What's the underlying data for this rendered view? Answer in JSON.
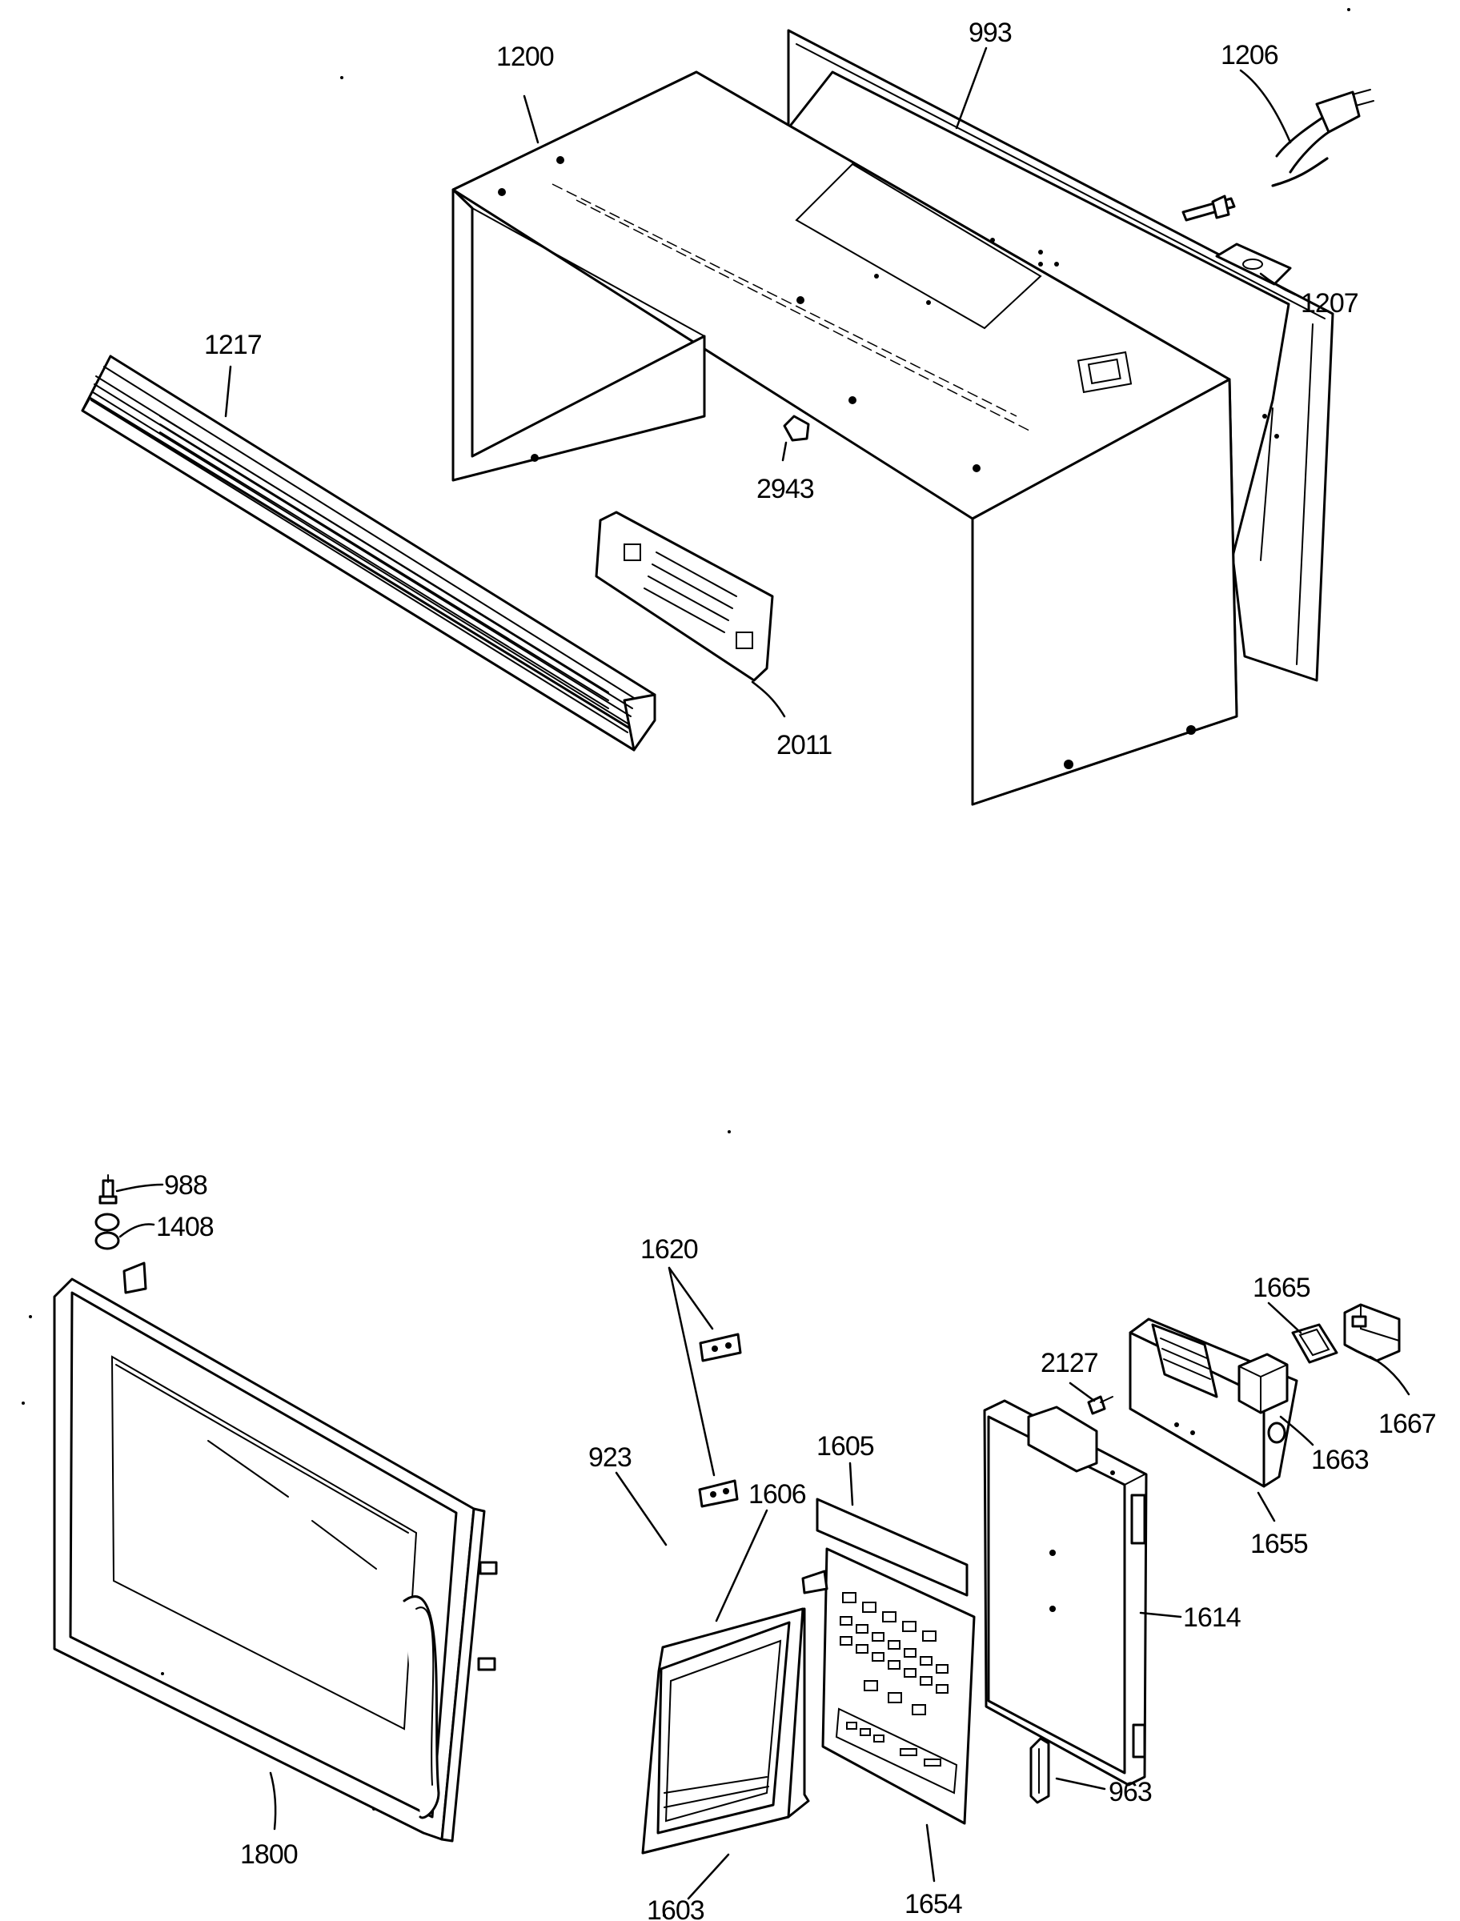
{
  "diagram": {
    "callouts": {
      "c1200": "1200",
      "c993": "993",
      "c1206": "1206",
      "c1207": "1207",
      "c1217": "1217",
      "c2943": "2943",
      "c2011": "2011",
      "c988": "988",
      "c1408": "1408",
      "c1800": "1800",
      "c1620": "1620",
      "c1605": "1605",
      "c923": "923",
      "c1606": "1606",
      "c2127": "2127",
      "c1665": "1665",
      "c1667": "1667",
      "c1663": "1663",
      "c1655": "1655",
      "c1614": "1614",
      "c963": "963",
      "c1654": "1654",
      "c1603": "1603"
    }
  }
}
